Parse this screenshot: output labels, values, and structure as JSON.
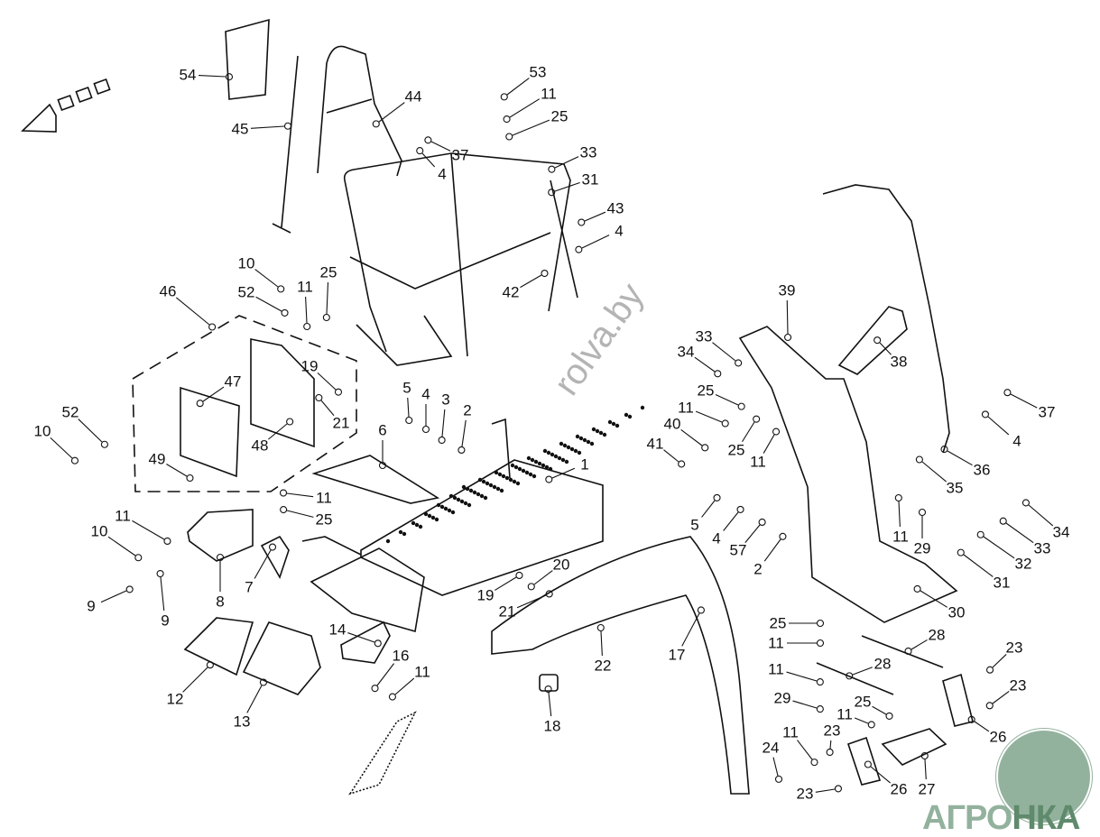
{
  "diagram": {
    "callouts": [
      "54",
      "45",
      "44",
      "37",
      "4",
      "53",
      "11",
      "25",
      "33",
      "31",
      "43",
      "4",
      "10",
      "52",
      "11",
      "25",
      "46",
      "42",
      "39",
      "33",
      "34",
      "38",
      "19",
      "47",
      "21",
      "48",
      "5",
      "4",
      "3",
      "2",
      "25",
      "11",
      "40",
      "41",
      "25",
      "11",
      "37",
      "4",
      "36",
      "35",
      "52",
      "10",
      "49",
      "6",
      "1",
      "11",
      "25",
      "11",
      "10",
      "5",
      "4",
      "57",
      "2",
      "11",
      "29",
      "34",
      "33",
      "32",
      "31",
      "30",
      "20",
      "19",
      "21",
      "9",
      "9",
      "8",
      "7",
      "14",
      "16",
      "11",
      "17",
      "22",
      "12",
      "13",
      "25",
      "11",
      "28",
      "23",
      "28",
      "11",
      "23",
      "29",
      "25",
      "11",
      "18",
      "23",
      "11",
      "26",
      "24",
      "26",
      "27",
      "23"
    ],
    "direction_arrow_icon": "arrow-left-forward-icon"
  },
  "watermark": {
    "text": "rolva.by"
  },
  "logo": {
    "text_left": "АГРО",
    "text_right": "НКА",
    "color": "#93b29d"
  }
}
